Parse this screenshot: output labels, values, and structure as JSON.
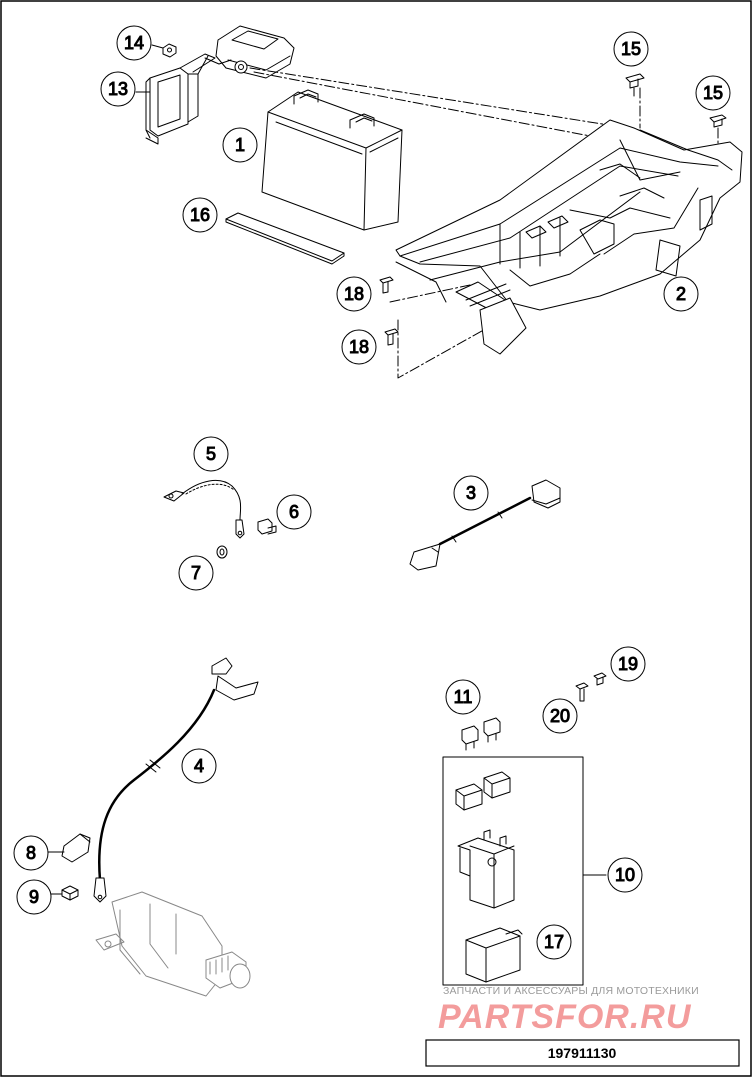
{
  "callouts": [
    {
      "id": "c14",
      "label": "14"
    },
    {
      "id": "c15a",
      "label": "15"
    },
    {
      "id": "c13",
      "label": "13"
    },
    {
      "id": "c1",
      "label": "1"
    },
    {
      "id": "c15b",
      "label": "15"
    },
    {
      "id": "c16",
      "label": "16"
    },
    {
      "id": "c2",
      "label": "2"
    },
    {
      "id": "c18a",
      "label": "18"
    },
    {
      "id": "c18b",
      "label": "18"
    },
    {
      "id": "c5",
      "label": "5"
    },
    {
      "id": "c6",
      "label": "6"
    },
    {
      "id": "c3",
      "label": "3"
    },
    {
      "id": "c7",
      "label": "7"
    },
    {
      "id": "c19",
      "label": "19"
    },
    {
      "id": "c4",
      "label": "4"
    },
    {
      "id": "c11",
      "label": "11"
    },
    {
      "id": "c20",
      "label": "20"
    },
    {
      "id": "c10",
      "label": "10"
    },
    {
      "id": "c8",
      "label": "8"
    },
    {
      "id": "c9",
      "label": "9"
    },
    {
      "id": "c17",
      "label": "17"
    }
  ],
  "watermark": {
    "tagline": "ЗАПЧАСТИ И АКСЕССУАРЫ ДЛЯ МОТОТЕХНИКИ",
    "brand": "PARTSFOR.RU"
  },
  "drawing_number": "197911130",
  "colors": {
    "line": "#000000",
    "watermark_brand": "#e83c3c",
    "watermark_tagline": "#9a9a9a"
  }
}
